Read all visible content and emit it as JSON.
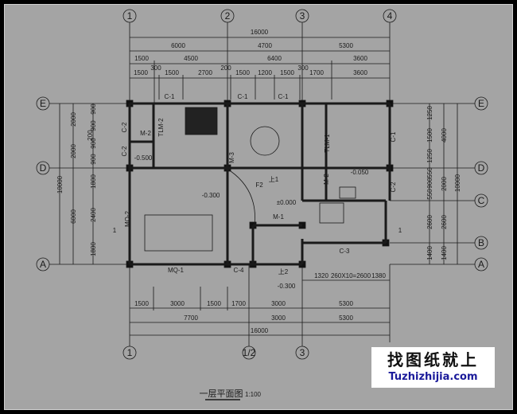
{
  "drawing": {
    "title": "一层平面图",
    "scale": "1:100",
    "colors": {
      "background": "#a4a4a4",
      "lines": "#1a1a1a",
      "frame": "#000000"
    }
  },
  "axes": {
    "top": [
      "1",
      "2",
      "3",
      "4"
    ],
    "bottom": [
      "1",
      "1/2",
      "3"
    ],
    "left": [
      "E",
      "D",
      "A"
    ],
    "right": [
      "E",
      "D",
      "C",
      "B",
      "A"
    ]
  },
  "dims": {
    "top": {
      "row1": [
        "16000"
      ],
      "row2": [
        "6000",
        "4700",
        "5300"
      ],
      "row3": [
        "1500",
        "4500",
        "6400",
        "3600"
      ],
      "row4": [
        "1500",
        "300",
        "1500",
        "2700",
        "200",
        "1500",
        "1200",
        "1500",
        "300",
        "1700",
        "3600"
      ]
    },
    "bottom": {
      "stair": [
        "1320",
        "260X10=2600",
        "1380"
      ],
      "row1": [
        "1500",
        "3000",
        "1500",
        "1700",
        "3000",
        "5300"
      ],
      "row2": [
        "7700",
        "3000",
        "5300"
      ],
      "row3": [
        "16000"
      ]
    },
    "left": {
      "inner": [
        "900",
        "900",
        "200",
        "900",
        "900",
        "1800",
        "2400",
        "1800"
      ],
      "mid": [
        "2000",
        "2000",
        "6000"
      ],
      "outer": [
        "10000"
      ]
    },
    "right": {
      "inner": [
        "1250",
        "1500",
        "1250",
        "550",
        "900",
        "550",
        "2600",
        "1400"
      ],
      "mid": [
        "4000",
        "2000",
        "2600",
        "1400"
      ],
      "outer": [
        "10000"
      ]
    }
  },
  "labels": {
    "c1_a": "C-1",
    "c1_b": "C-1",
    "c1_c": "C-1",
    "c2_a": "C-2",
    "c2_b": "C-2",
    "m2_left": "M-2",
    "tlm2": "TLM-2",
    "m3": "M-3",
    "lvl_500": "-0.500",
    "lvl_300": "-0.300",
    "mq2": "MQ-2",
    "mq1": "MQ-1",
    "c4": "C-4",
    "f2": "F2",
    "up1": "上1",
    "lvl_000": "±0.000",
    "m1": "M-1",
    "up2": "上2",
    "lvl_300_out": "-0.300",
    "tlm1": "TLM-1",
    "c1_right": "C-1",
    "c2_right": "C-2",
    "m2_right": "M-2",
    "lvl_050": "-0.050",
    "c3": "C-3",
    "section_left": "1",
    "section_right": "1"
  },
  "watermark": {
    "cn": "找图纸就上",
    "en": "Tuzhizhijia.com"
  }
}
